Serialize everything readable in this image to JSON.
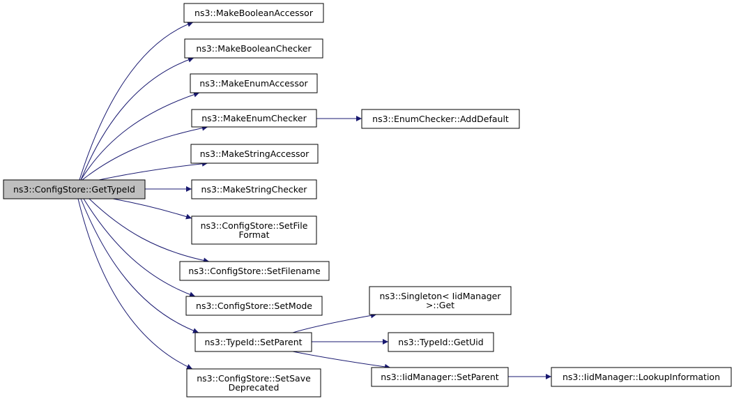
{
  "colors": {
    "edge": "#191970",
    "node_border": "#000000",
    "node_fill": "#ffffff",
    "root_fill": "#bfbfbf"
  },
  "nodes": [
    {
      "id": "root",
      "lines": [
        "ns3::ConfigStore::GetTypeId"
      ],
      "root": true
    },
    {
      "id": "make-boolean-accessor",
      "lines": [
        "ns3::MakeBooleanAccessor"
      ]
    },
    {
      "id": "make-boolean-checker",
      "lines": [
        "ns3::MakeBooleanChecker"
      ]
    },
    {
      "id": "make-enum-accessor",
      "lines": [
        "ns3::MakeEnumAccessor"
      ]
    },
    {
      "id": "make-enum-checker",
      "lines": [
        "ns3::MakeEnumChecker"
      ]
    },
    {
      "id": "make-string-accessor",
      "lines": [
        "ns3::MakeStringAccessor"
      ]
    },
    {
      "id": "make-string-checker",
      "lines": [
        "ns3::MakeStringChecker"
      ]
    },
    {
      "id": "set-file-format",
      "lines": [
        "ns3::ConfigStore::SetFile",
        "Format"
      ]
    },
    {
      "id": "set-filename",
      "lines": [
        "ns3::ConfigStore::SetFilename"
      ]
    },
    {
      "id": "set-mode",
      "lines": [
        "ns3::ConfigStore::SetMode"
      ]
    },
    {
      "id": "typeid-set-parent",
      "lines": [
        "ns3::TypeId::SetParent"
      ]
    },
    {
      "id": "set-save-deprecated",
      "lines": [
        "ns3::ConfigStore::SetSave",
        "Deprecated"
      ]
    },
    {
      "id": "enum-checker-add-default",
      "lines": [
        "ns3::EnumChecker::AddDefault"
      ]
    },
    {
      "id": "singleton-get",
      "lines": [
        "ns3::Singleton< IidManager",
        ">::Get"
      ]
    },
    {
      "id": "typeid-get-uid",
      "lines": [
        "ns3::TypeId::GetUid"
      ]
    },
    {
      "id": "iidmanager-set-parent",
      "lines": [
        "ns3::IidManager::SetParent"
      ]
    },
    {
      "id": "iidmanager-lookup-information",
      "lines": [
        "ns3::IidManager::LookupInformation"
      ]
    }
  ],
  "edges": [
    {
      "from": "root",
      "to": "make-boolean-accessor"
    },
    {
      "from": "root",
      "to": "make-boolean-checker"
    },
    {
      "from": "root",
      "to": "make-enum-accessor"
    },
    {
      "from": "root",
      "to": "make-enum-checker"
    },
    {
      "from": "root",
      "to": "make-string-accessor"
    },
    {
      "from": "root",
      "to": "make-string-checker"
    },
    {
      "from": "root",
      "to": "set-file-format"
    },
    {
      "from": "root",
      "to": "set-filename"
    },
    {
      "from": "root",
      "to": "set-mode"
    },
    {
      "from": "root",
      "to": "typeid-set-parent"
    },
    {
      "from": "root",
      "to": "set-save-deprecated"
    },
    {
      "from": "make-enum-checker",
      "to": "enum-checker-add-default"
    },
    {
      "from": "typeid-set-parent",
      "to": "singleton-get"
    },
    {
      "from": "typeid-set-parent",
      "to": "typeid-get-uid"
    },
    {
      "from": "typeid-set-parent",
      "to": "iidmanager-set-parent"
    },
    {
      "from": "iidmanager-set-parent",
      "to": "iidmanager-lookup-information"
    }
  ]
}
